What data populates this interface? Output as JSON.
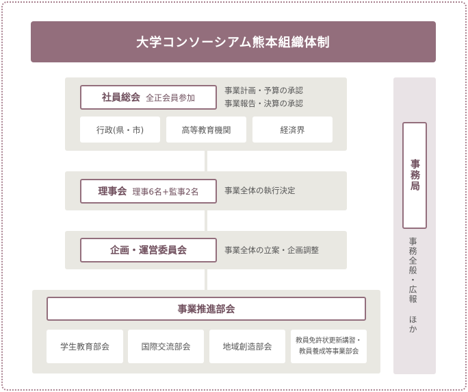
{
  "title": "大学コンソーシアム熊本組織体制",
  "general_meeting": {
    "name": "社員総会",
    "note": "全正会員参加",
    "desc": [
      "事業計画・予算の承認",
      "事業報告・決算の承認"
    ],
    "members": [
      "行政(県・市)",
      "高等教育機関",
      "経済界"
    ]
  },
  "board": {
    "name": "理事会",
    "note": "理事6名+監事2名",
    "desc": "事業全体の執行決定"
  },
  "steering": {
    "name": "企画・運営委員会",
    "desc": "事業全体の立案・企画調整"
  },
  "divisions": {
    "name": "事業推進部会",
    "items": [
      {
        "label": "学生教育部会"
      },
      {
        "label": "国際交流部会"
      },
      {
        "label": "地域創造部会"
      },
      {
        "line1": "教員免許状更新講習・",
        "line2": "教員養成等事業部会"
      }
    ]
  },
  "secretariat": {
    "name": "事務局",
    "desc": "事務全般・広報 ほか"
  },
  "colors": {
    "accent": "#936e7c",
    "panel": "#e9e8e2",
    "side_panel": "#e9e3e6"
  }
}
